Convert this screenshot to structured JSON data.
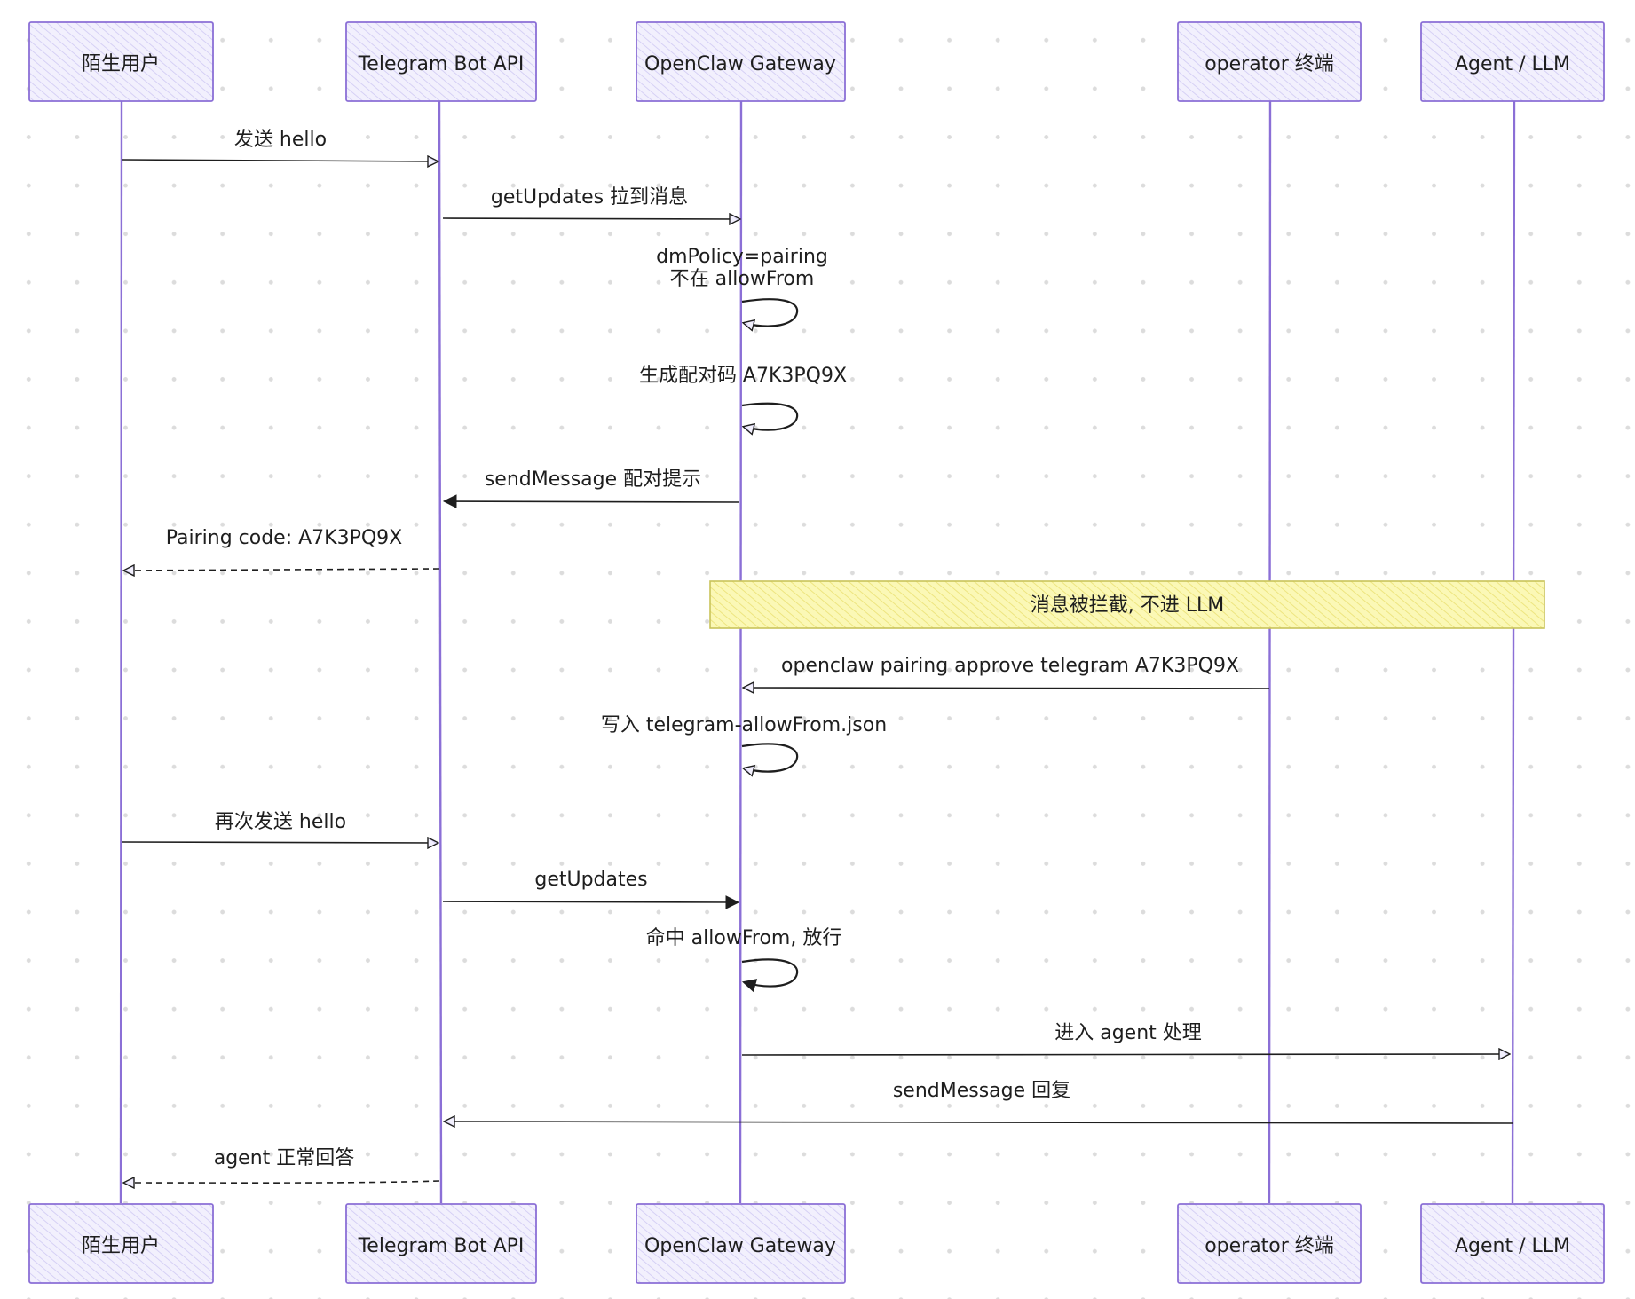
{
  "participants": [
    {
      "id": "user",
      "label": "陌生用户"
    },
    {
      "id": "tg",
      "label": "Telegram Bot API"
    },
    {
      "id": "gw",
      "label": "OpenClaw Gateway"
    },
    {
      "id": "op",
      "label": "operator 终端"
    },
    {
      "id": "agent",
      "label": "Agent / LLM"
    }
  ],
  "messages": [
    {
      "label": "发送 hello"
    },
    {
      "label": "getUpdates 拉到消息"
    },
    {
      "label_line1": "dmPolicy=pairing",
      "label_line2": "不在 allowFrom"
    },
    {
      "label": "生成配对码 A7K3PQ9X"
    },
    {
      "label": "sendMessage 配对提示"
    },
    {
      "label": "Pairing code: A7K3PQ9X"
    },
    {
      "label": "openclaw pairing approve telegram A7K3PQ9X"
    },
    {
      "label": "写入 telegram-allowFrom.json"
    },
    {
      "label": "再次发送 hello"
    },
    {
      "label": "getUpdates"
    },
    {
      "label": "命中 allowFrom, 放行"
    },
    {
      "label": "进入 agent 处理"
    },
    {
      "label": "sendMessage 回复"
    },
    {
      "label": "agent 正常回答"
    }
  ],
  "note": {
    "label": "消息被拦截, 不进 LLM"
  },
  "colors": {
    "lifeline": "#8b6fd6",
    "actor_fill": "#eceafc",
    "note_fill": "#fbf7a0",
    "ink": "#1e1e1e"
  }
}
